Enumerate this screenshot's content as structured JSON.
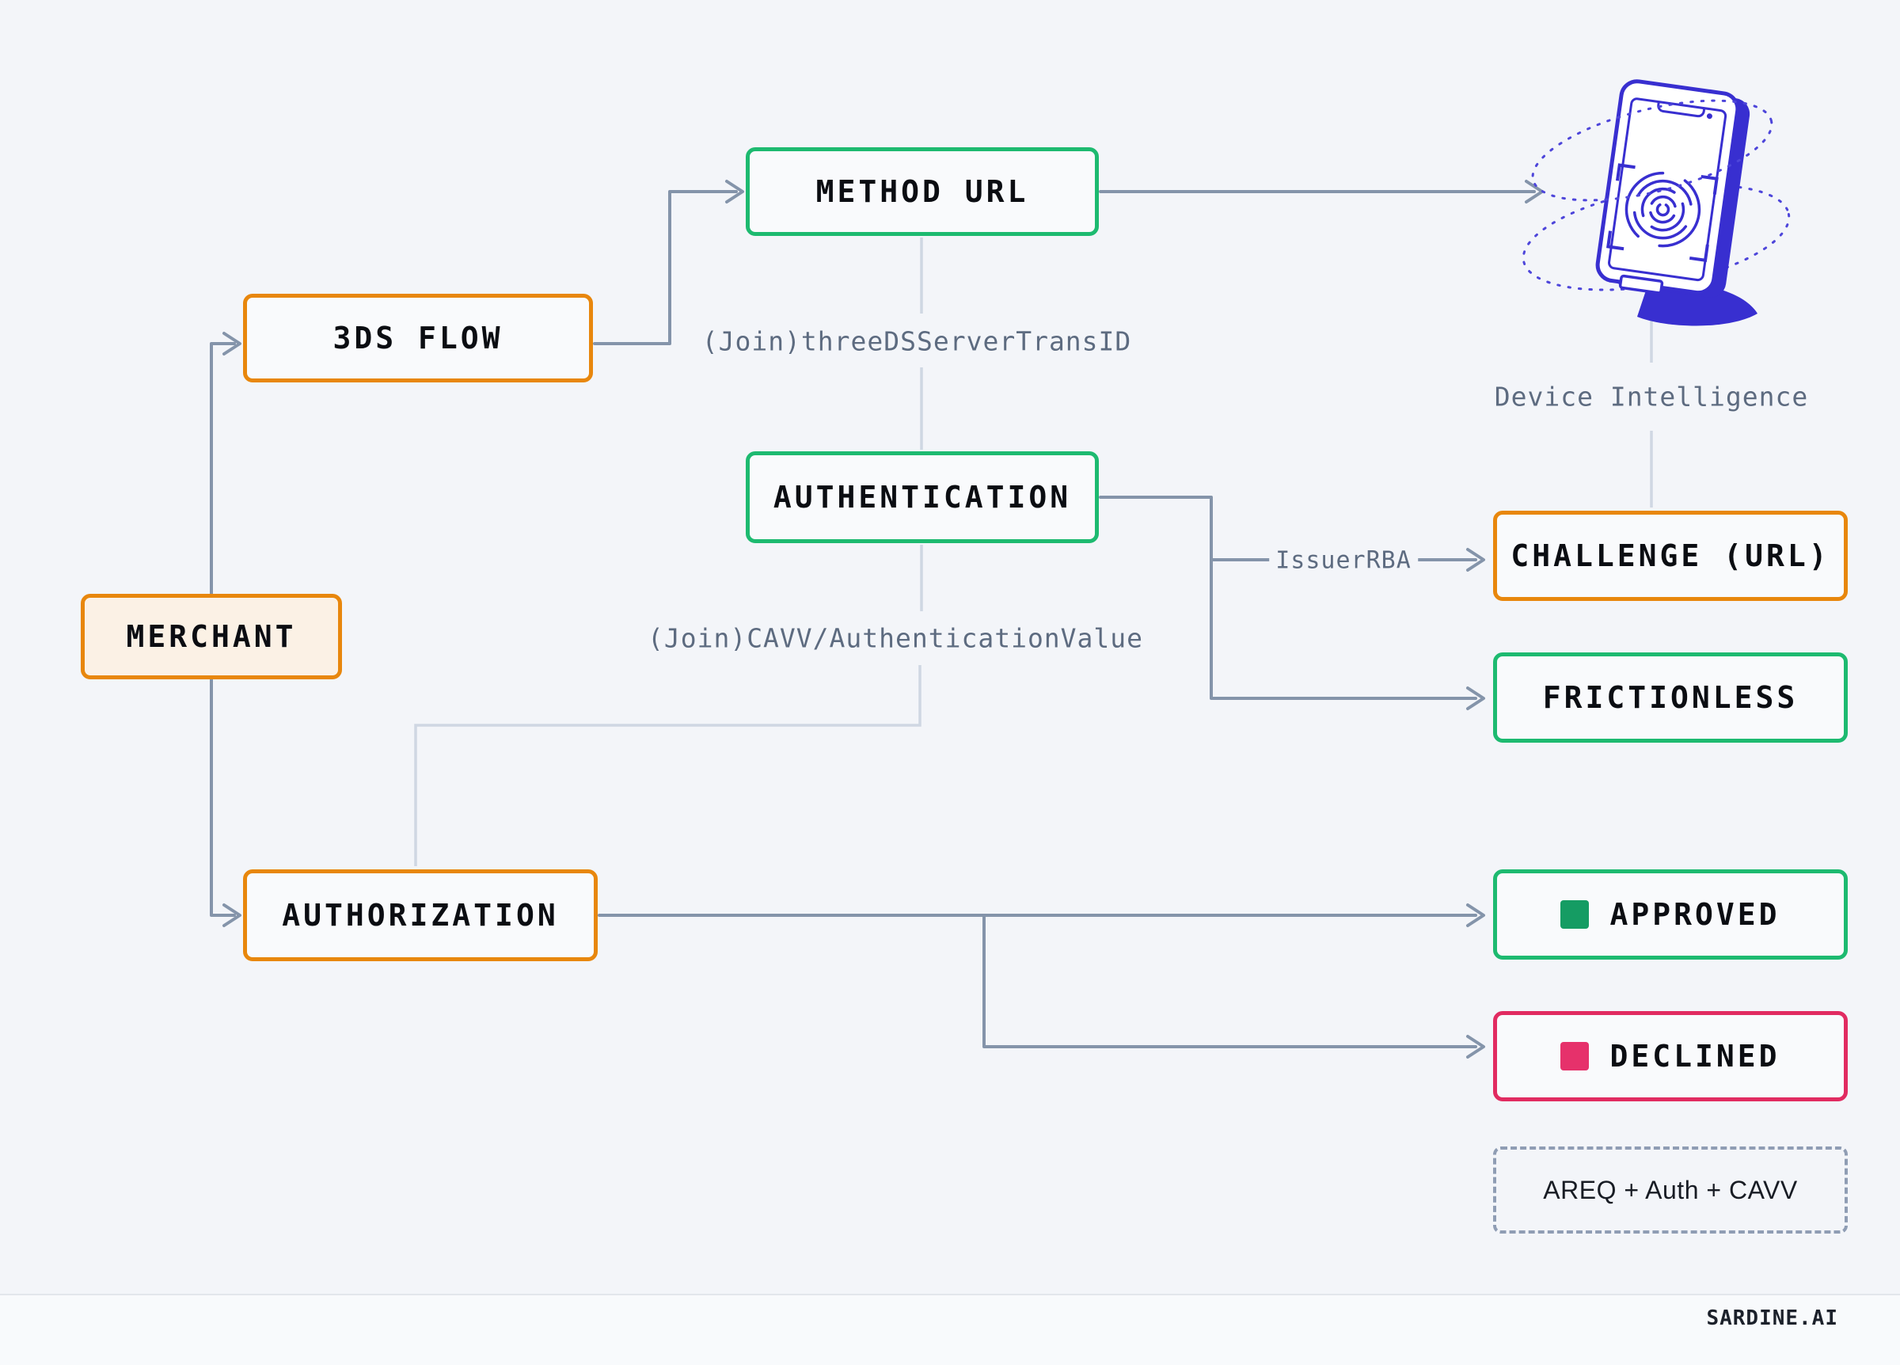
{
  "diagram": {
    "title_context": "3DS payment flow diagram",
    "nodes": {
      "merchant": "MERCHANT",
      "three_ds_flow": "3DS FLOW",
      "method_url": "METHOD URL",
      "authentication": "AUTHENTICATION",
      "challenge": "CHALLENGE (URL)",
      "frictionless": "FRICTIONLESS",
      "authorization": "AUTHORIZATION",
      "approved": "APPROVED",
      "declined": "DECLINED",
      "areq_note": "AREQ + Auth + CAVV"
    },
    "edge_labels": {
      "join_trans_id": "(Join)threeDSServerTransID",
      "join_cavv": "(Join)CAVV/AuthenticationValue",
      "issuer_rba": "IssuerRBA",
      "device_intelligence": "Device Intelligence"
    },
    "icons": {
      "device": "phone-fingerprint-icon",
      "logo": "sardine-logo-icon"
    },
    "colors": {
      "background": "#f3f5f9",
      "orange_border": "#e8870d",
      "green_border": "#1dba70",
      "pink_border": "#e12b61",
      "approved_square": "#159c63",
      "declined_square": "#e6316b",
      "merchant_fill": "#fbf1e5",
      "dark_connector": "#8494aa",
      "light_connector": "#cfd7e3",
      "label_gray": "#5d6b80",
      "phone_blue": "#382fd0"
    }
  },
  "footer": {
    "brand": "SARDINE.AI"
  }
}
